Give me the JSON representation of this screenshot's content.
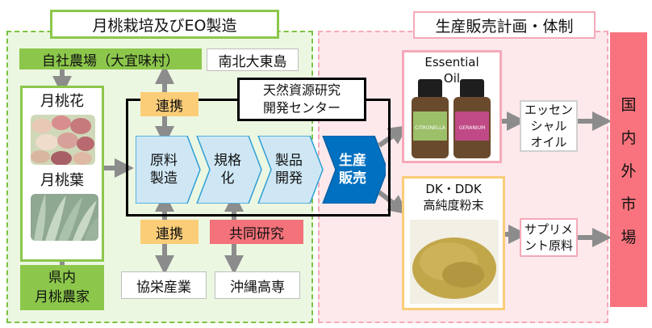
{
  "left_panel": {
    "title": "月桃栽培及びEO製造",
    "own_farm": "自社農場（大宜味村）",
    "island": "南北大東島",
    "flower_label": "月桃花",
    "leaf_label": "月桃葉",
    "farmers": "県内\n月桃農家",
    "center_name": "天然資源研究\n開発センター",
    "steps": [
      "原料\n製造",
      "規格\n化",
      "製品\n開発"
    ],
    "sales_step": "生産\n販売",
    "collab_top": "連携",
    "collab_bottom": "連携",
    "joint_research": "共同研究",
    "partner_1": "協栄産業",
    "partner_2": "沖縄高専"
  },
  "right_panel": {
    "title": "生産販売計画・体制",
    "eo_label": "Essential\nOil",
    "bottle_1": "CITRONELLA",
    "bottle_2": "GERANIUM",
    "eo_product": "エッセン\nシャル\nオイル",
    "powder_label": "DK・DDK\n高純度粉末",
    "supplement": "サプリメ\nント原料",
    "market": [
      "国",
      "内",
      "外",
      "市",
      "場"
    ]
  },
  "colors": {
    "green": "#8cc74b",
    "blue_step": "#cfe7f5",
    "blue_sales": "#0070c0",
    "orange": "#fbcd78",
    "red": "#f4727a",
    "pink": "#fde9ec",
    "gray_arrow": "#8c8c8c"
  }
}
